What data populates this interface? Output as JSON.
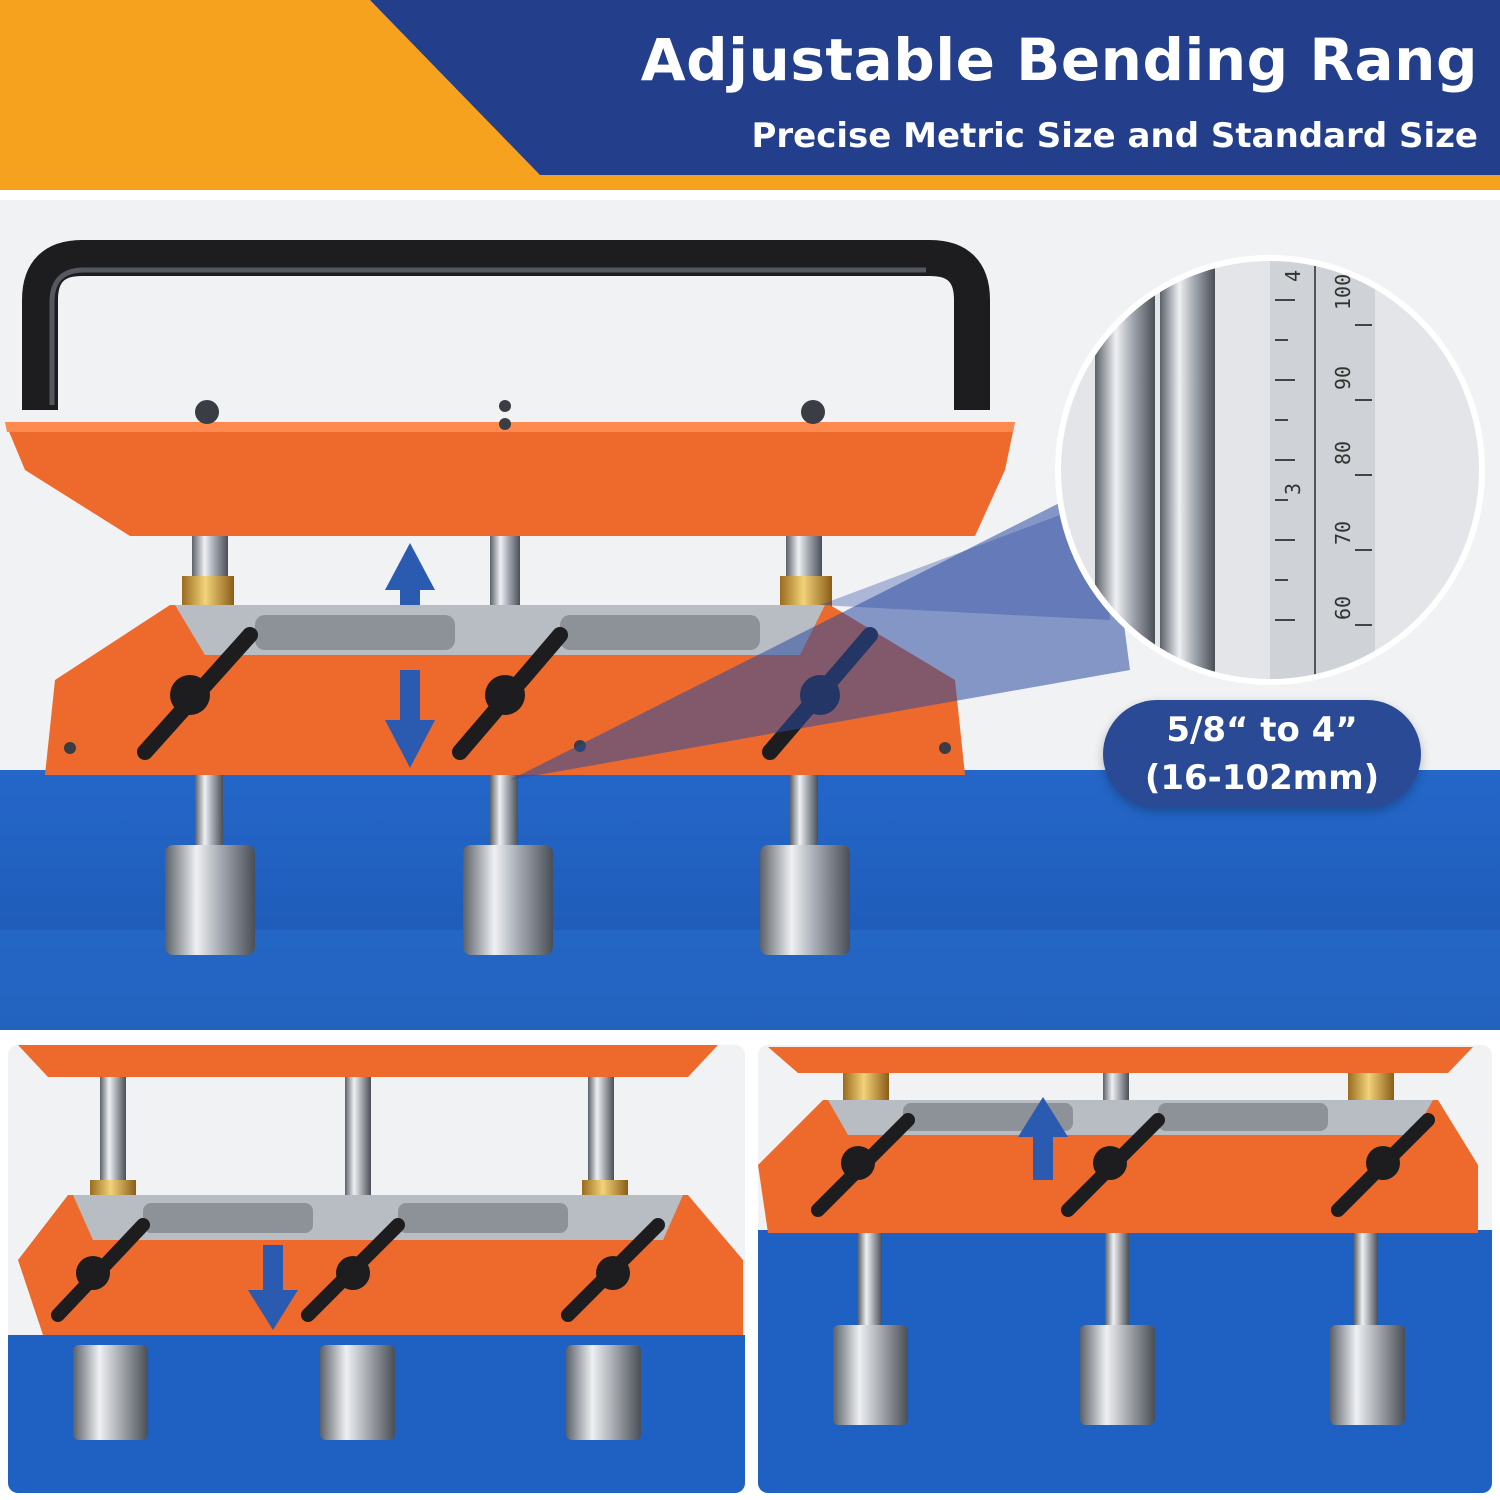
{
  "header": {
    "title": "Adjustable Bending Rang",
    "subtitle": "Precise Metric Size and Standard Size"
  },
  "range_badge": {
    "imperial": "5/8“ to 4”",
    "metric": "(16-102mm)"
  },
  "scale": {
    "inch_labels": [
      "4",
      "3"
    ],
    "mm_labels": [
      "100",
      "90",
      "80",
      "70",
      "60"
    ]
  },
  "colors": {
    "banner_blue": "#233f8c",
    "banner_orange": "#f7a21e",
    "machine_orange": "#ee6a2c",
    "base_blue": "#1f61c2",
    "handle_black": "#1d1d1f",
    "badge_blue": "#2a4a96",
    "arrow_blue": "#2a5bb0"
  }
}
